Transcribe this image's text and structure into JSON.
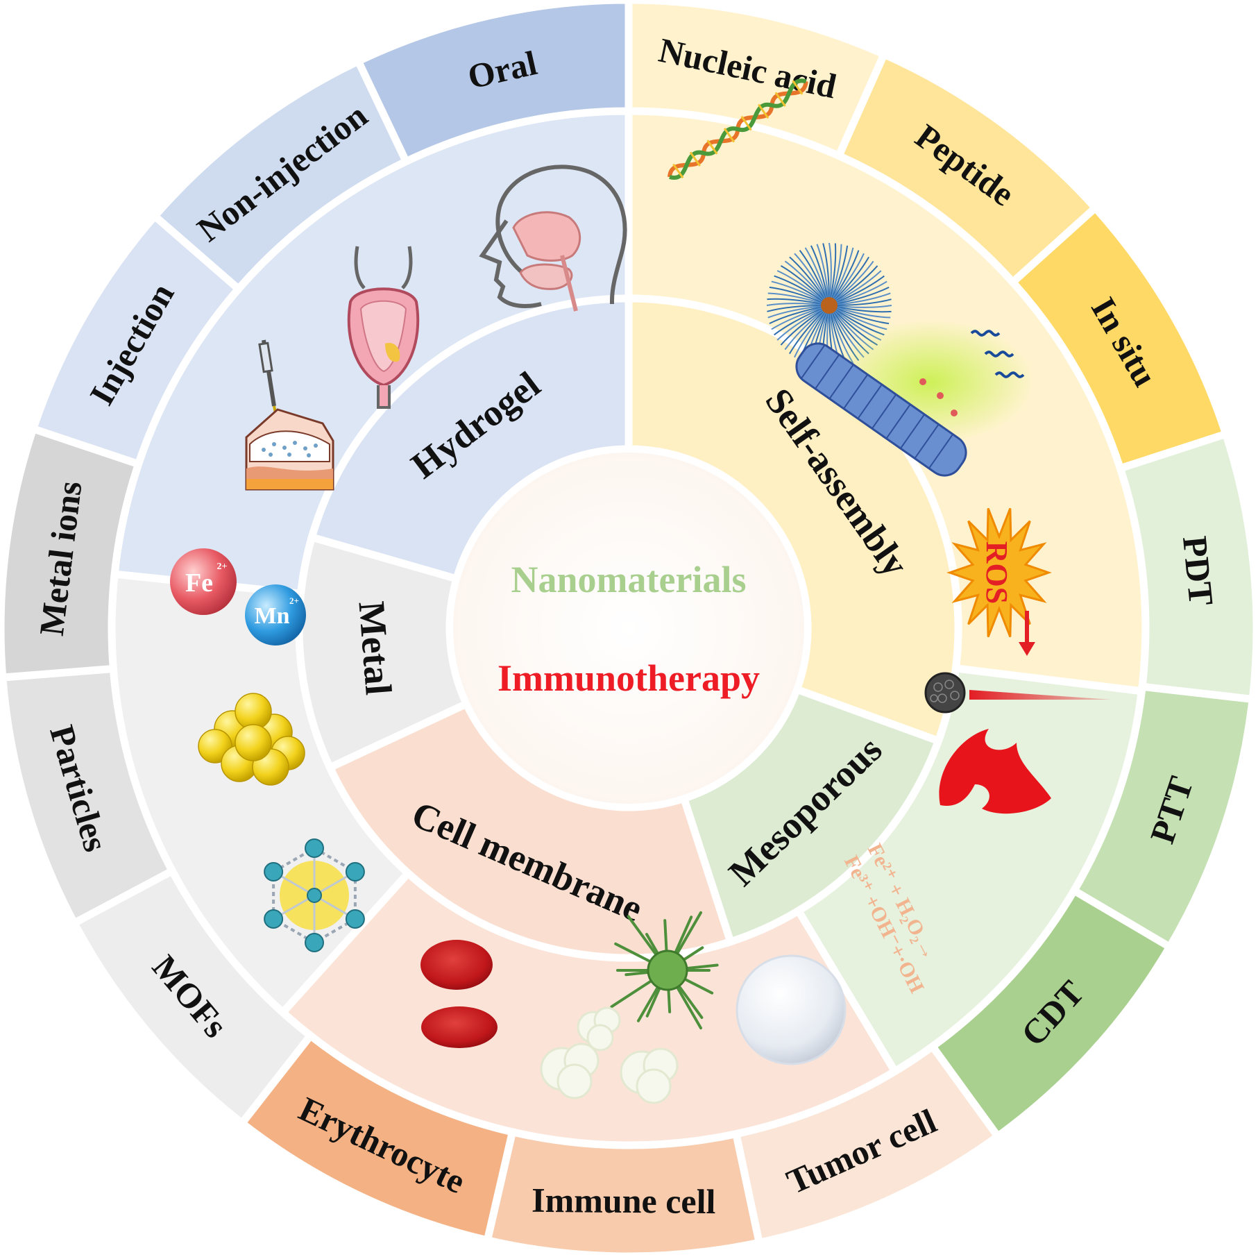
{
  "center": {
    "title_top": "Nanomaterials",
    "title_bottom": "Immunotherapy",
    "color_top": "#a9cf8f",
    "color_bottom": "#ee1c24"
  },
  "categories": [
    {
      "key": "hydrogel",
      "label": "Hydrogel",
      "colors": {
        "inner": "#d9e3f3",
        "middle": "#dde6f5",
        "outer": "#dae3f3",
        "accent": "#b4c7e7"
      },
      "sub": [
        "Injection",
        "Non-injection",
        "Oral"
      ]
    },
    {
      "key": "self-assembly",
      "label": "Self-assembly",
      "colors": {
        "inner": "#fff0c4",
        "middle": "#fff3cf",
        "outer": "#fff1c9",
        "accent": "#ffd98a"
      },
      "sub": [
        "Nucleic acid",
        "Peptide",
        "In situ"
      ]
    },
    {
      "key": "mesoporous",
      "label": "Mesoporous",
      "colors": {
        "inner": "#dcebd2",
        "middle": "#e6f1de",
        "outer": "#e2efd9",
        "accent": "#a9d08e"
      },
      "sub": [
        "PDT",
        "PTT",
        "CDT"
      ]
    },
    {
      "key": "cell-membrane",
      "label": "Cell membrane",
      "colors": {
        "inner": "#fadfd0",
        "middle": "#fbe4d7",
        "outer": "#fbe2d5",
        "accent": "#f4b183"
      },
      "sub": [
        "Tumor cell",
        "Immune cell",
        "Erythrocyte"
      ]
    },
    {
      "key": "metal",
      "label": "Metal",
      "colors": {
        "inner": "#ececec",
        "middle": "#f0f0f0",
        "outer": "#e4e4e4",
        "accent": "#d0d0d0"
      },
      "sub": [
        "MOFs",
        "Particles",
        "Metal ions"
      ]
    }
  ],
  "icons": {
    "fe_ion": "Fe",
    "fe_charge": "2+",
    "mn_ion": "Mn",
    "mn_charge": "2+",
    "ros": "ROS",
    "fenton_line1": "Fe²⁺ + H₂O₂→",
    "fenton_line2": "Fe³⁺ +OH⁻+·OH"
  }
}
